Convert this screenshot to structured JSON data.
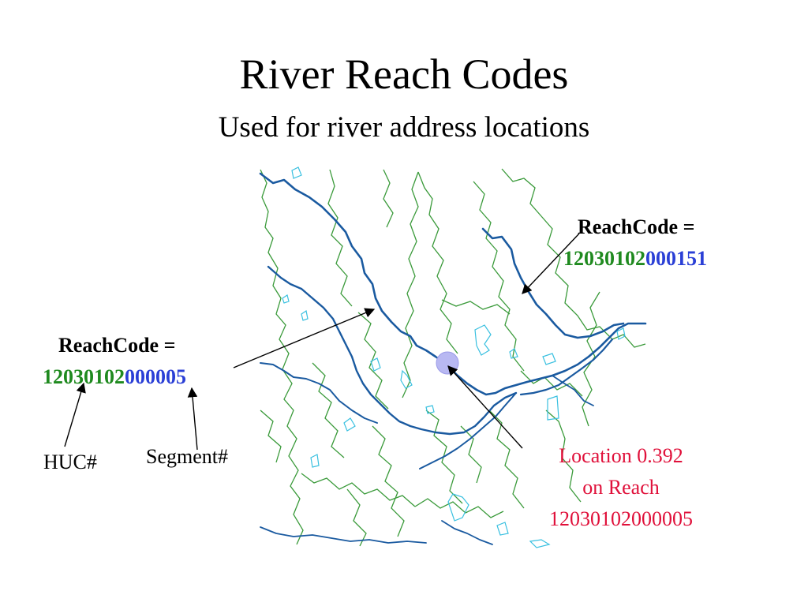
{
  "slide": {
    "title": "River Reach Codes",
    "subtitle": "Used for river address locations"
  },
  "left_callout": {
    "label": "ReachCode =",
    "huc_part": "12030102",
    "segment_part": "000005"
  },
  "right_callout": {
    "label": "ReachCode =",
    "huc_part": "12030102",
    "segment_part": "000151"
  },
  "annotations": {
    "huc": "HUC#",
    "segment": "Segment#"
  },
  "location": {
    "line1": "Location 0.392",
    "line2": "on Reach",
    "line3": "12030102000005"
  },
  "colors": {
    "huc": "#1f8a1f",
    "segment": "#2a3fd6",
    "location": "#e0103a",
    "river": "#1a5aa0",
    "watershed": "#3a9a3a",
    "waterbody": "#39c0e0",
    "marker": "#b8b8f2"
  }
}
